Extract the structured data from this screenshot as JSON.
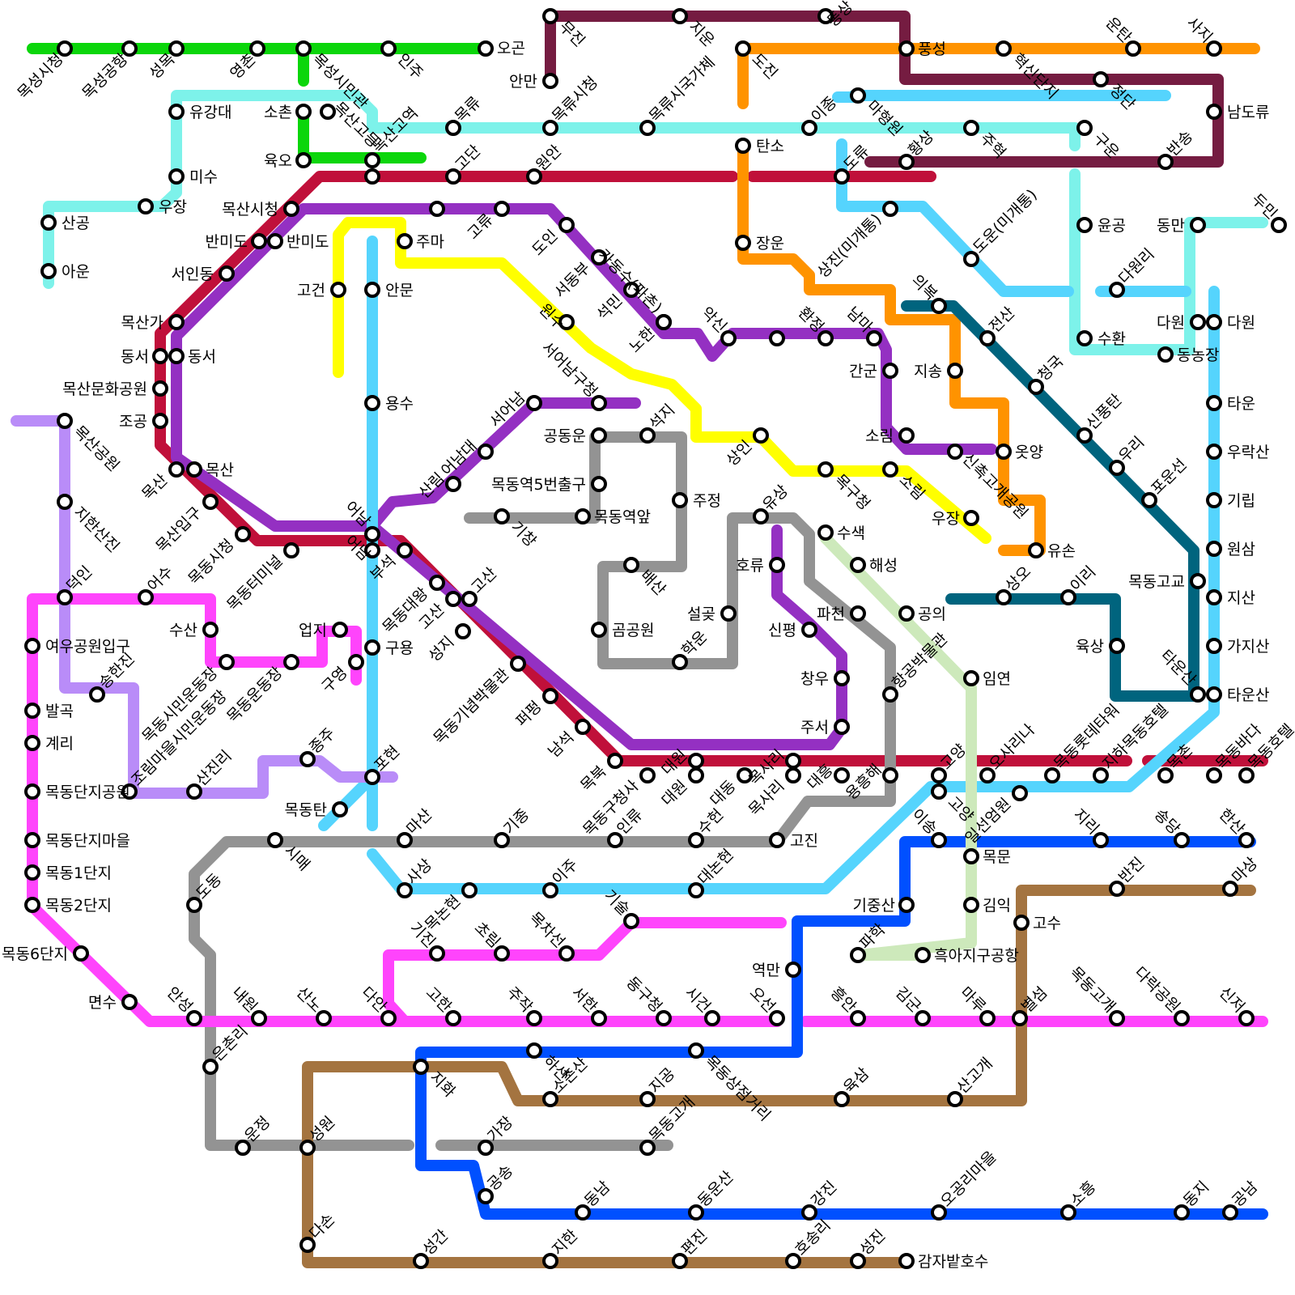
{
  "line_colors": {
    "green": "#0bd60b",
    "aqua": "#7df2ea",
    "crimson": "#c0103a",
    "purple": "#9430c2",
    "yellow": "#ffff00",
    "sky": "#55d4fd",
    "orange": "#ff9300",
    "maroon": "#751c41",
    "teal": "#00647e",
    "gray": "#939393",
    "lavender": "#b98cf8",
    "magenta": "#ff44fc",
    "blue": "#0050ff",
    "brown": "#a47440",
    "palegreen": "#cde9bb"
  },
  "stations": [
    {
      "name": "목성시청"
    },
    {
      "name": "목성공항"
    },
    {
      "name": "성목"
    },
    {
      "name": "영촌"
    },
    {
      "name": "목성시민관"
    },
    {
      "name": "인주"
    },
    {
      "name": "오곤"
    },
    {
      "name": "유강대"
    },
    {
      "name": "미수"
    },
    {
      "name": "우장"
    },
    {
      "name": "산공"
    },
    {
      "name": "아운"
    },
    {
      "name": "소촌"
    },
    {
      "name": "목산고등"
    },
    {
      "name": "목류"
    },
    {
      "name": "목류시청"
    },
    {
      "name": "목류시국가체"
    },
    {
      "name": "이종"
    },
    {
      "name": "주혁"
    },
    {
      "name": "구운"
    },
    {
      "name": "육오"
    },
    {
      "name": "목산고역"
    },
    {
      "name": "고단"
    },
    {
      "name": "원안"
    },
    {
      "name": "탄소"
    },
    {
      "name": "도류"
    },
    {
      "name": "황상"
    },
    {
      "name": "목산시청"
    },
    {
      "name": "반미도"
    },
    {
      "name": "서인동"
    },
    {
      "name": "목산가"
    },
    {
      "name": "동서"
    },
    {
      "name": "목산문화공원"
    },
    {
      "name": "조공"
    },
    {
      "name": "목산"
    },
    {
      "name": "목산입구"
    },
    {
      "name": "목동시청"
    },
    {
      "name": "목동터미널"
    },
    {
      "name": "어남"
    },
    {
      "name": "부석"
    },
    {
      "name": "목동대왕"
    },
    {
      "name": "고산"
    },
    {
      "name": "성지"
    },
    {
      "name": "목동기념박물관"
    },
    {
      "name": "퍼펑"
    },
    {
      "name": "남석"
    },
    {
      "name": "목북"
    },
    {
      "name": "대원"
    },
    {
      "name": "대동"
    },
    {
      "name": "목사리"
    },
    {
      "name": "대흥"
    },
    {
      "name": "용흥해"
    },
    {
      "name": "고양"
    },
    {
      "name": "오사리나"
    },
    {
      "name": "목동롯데타워"
    },
    {
      "name": "지하목동호텔"
    },
    {
      "name": "목촌"
    },
    {
      "name": "목동바다"
    },
    {
      "name": "목동호텔"
    },
    {
      "name": "고류"
    },
    {
      "name": "도인"
    },
    {
      "name": "서동부"
    },
    {
      "name": "석민"
    },
    {
      "name": "가동수(파촌)"
    },
    {
      "name": "악신"
    },
    {
      "name": "환정"
    },
    {
      "name": "남마"
    },
    {
      "name": "간군"
    },
    {
      "name": "소림"
    },
    {
      "name": "신촉고개공원"
    },
    {
      "name": "서어남"
    },
    {
      "name": "서어남구청"
    },
    {
      "name": "어남대"
    },
    {
      "name": "산림"
    },
    {
      "name": "주마"
    },
    {
      "name": "고건"
    },
    {
      "name": "원수"
    },
    {
      "name": "노한"
    },
    {
      "name": "상인"
    },
    {
      "name": "목구청"
    },
    {
      "name": "우장"
    },
    {
      "name": "안문"
    },
    {
      "name": "용수"
    },
    {
      "name": "구용"
    },
    {
      "name": "포현"
    },
    {
      "name": "목동탄"
    },
    {
      "name": "사상"
    },
    {
      "name": "목논현"
    },
    {
      "name": "이주"
    },
    {
      "name": "대논현"
    },
    {
      "name": "일선엄원"
    },
    {
      "name": "마형원"
    },
    {
      "name": "도운(미개통)"
    },
    {
      "name": "도진"
    },
    {
      "name": "장운"
    },
    {
      "name": "상진(미개통)"
    },
    {
      "name": "지송"
    },
    {
      "name": "옷양"
    },
    {
      "name": "유손"
    },
    {
      "name": "풍성"
    },
    {
      "name": "혁신단지"
    },
    {
      "name": "운탄"
    },
    {
      "name": "사지"
    },
    {
      "name": "안만"
    },
    {
      "name": "무진"
    },
    {
      "name": "지운"
    },
    {
      "name": "동상"
    },
    {
      "name": "정단"
    },
    {
      "name": "남도류"
    },
    {
      "name": "반송"
    },
    {
      "name": "윤공"
    },
    {
      "name": "다원리"
    },
    {
      "name": "수환"
    },
    {
      "name": "동농장"
    },
    {
      "name": "동만"
    },
    {
      "name": "두민"
    },
    {
      "name": "다원"
    },
    {
      "name": "타운"
    },
    {
      "name": "우락산"
    },
    {
      "name": "기립"
    },
    {
      "name": "원삼"
    },
    {
      "name": "지산"
    },
    {
      "name": "가지산"
    },
    {
      "name": "타운산"
    },
    {
      "name": "의복"
    },
    {
      "name": "전산"
    },
    {
      "name": "청국"
    },
    {
      "name": "신풍탄"
    },
    {
      "name": "우리"
    },
    {
      "name": "포운선"
    },
    {
      "name": "상오"
    },
    {
      "name": "이리"
    },
    {
      "name": "육상"
    },
    {
      "name": "목동고교"
    },
    {
      "name": "공동운"
    },
    {
      "name": "석지"
    },
    {
      "name": "목동역5번출구"
    },
    {
      "name": "기창"
    },
    {
      "name": "목동역앞"
    },
    {
      "name": "주정"
    },
    {
      "name": "배산"
    },
    {
      "name": "곰공원"
    },
    {
      "name": "설곶"
    },
    {
      "name": "학운"
    },
    {
      "name": "유상"
    },
    {
      "name": "파천"
    },
    {
      "name": "항공박물관"
    },
    {
      "name": "고진"
    },
    {
      "name": "시매"
    },
    {
      "name": "마산"
    },
    {
      "name": "기종"
    },
    {
      "name": "인류"
    },
    {
      "name": "수헌"
    },
    {
      "name": "목동구청사"
    },
    {
      "name": "도동"
    },
    {
      "name": "은촌리"
    },
    {
      "name": "운정"
    },
    {
      "name": "성원"
    },
    {
      "name": "가장"
    },
    {
      "name": "목동고개"
    },
    {
      "name": "호류"
    },
    {
      "name": "신평"
    },
    {
      "name": "창우"
    },
    {
      "name": "주서"
    },
    {
      "name": "수색"
    },
    {
      "name": "해성"
    },
    {
      "name": "공의"
    },
    {
      "name": "임연"
    },
    {
      "name": "목문"
    },
    {
      "name": "김익"
    },
    {
      "name": "흑아지구공항"
    },
    {
      "name": "파학"
    },
    {
      "name": "이송"
    },
    {
      "name": "지리"
    },
    {
      "name": "송당"
    },
    {
      "name": "한산"
    },
    {
      "name": "기중산"
    },
    {
      "name": "역만"
    },
    {
      "name": "오선"
    },
    {
      "name": "지화"
    },
    {
      "name": "공송"
    },
    {
      "name": "동남"
    },
    {
      "name": "동운산"
    },
    {
      "name": "강진"
    },
    {
      "name": "오공리마을"
    },
    {
      "name": "소흥"
    },
    {
      "name": "동지"
    },
    {
      "name": "공남"
    },
    {
      "name": "목동상점거리"
    },
    {
      "name": "하산"
    },
    {
      "name": "목산공원"
    },
    {
      "name": "지한산진"
    },
    {
      "name": "덕인"
    },
    {
      "name": "송한진"
    },
    {
      "name": "조림마을시민운동장"
    },
    {
      "name": "산진리"
    },
    {
      "name": "종주"
    },
    {
      "name": "어수"
    },
    {
      "name": "수산"
    },
    {
      "name": "여우공원입구"
    },
    {
      "name": "발곡"
    },
    {
      "name": "계리"
    },
    {
      "name": "목동단지공원"
    },
    {
      "name": "목동단지마을"
    },
    {
      "name": "목동1단지"
    },
    {
      "name": "목동2단지"
    },
    {
      "name": "목동6단지"
    },
    {
      "name": "면수"
    },
    {
      "name": "안성"
    },
    {
      "name": "목동시민운동장"
    },
    {
      "name": "목동운동장"
    },
    {
      "name": "업지"
    },
    {
      "name": "구영"
    },
    {
      "name": "기술"
    },
    {
      "name": "기진"
    },
    {
      "name": "초림"
    },
    {
      "name": "목차선"
    },
    {
      "name": "내원"
    },
    {
      "name": "산노"
    },
    {
      "name": "다안"
    },
    {
      "name": "고한"
    },
    {
      "name": "주작"
    },
    {
      "name": "서한"
    },
    {
      "name": "동구청"
    },
    {
      "name": "시건"
    },
    {
      "name": "흥안"
    },
    {
      "name": "김군"
    },
    {
      "name": "마루"
    },
    {
      "name": "별섬"
    },
    {
      "name": "목동고개"
    },
    {
      "name": "다락공원"
    },
    {
      "name": "신저"
    },
    {
      "name": "고수"
    },
    {
      "name": "반진"
    },
    {
      "name": "마상"
    },
    {
      "name": "소촌산"
    },
    {
      "name": "지공"
    },
    {
      "name": "육삼"
    },
    {
      "name": "산고개"
    },
    {
      "name": "다손"
    },
    {
      "name": "성간"
    },
    {
      "name": "지한"
    },
    {
      "name": "편진"
    },
    {
      "name": "호송리"
    },
    {
      "name": "성진"
    },
    {
      "name": "감자밭호수"
    }
  ]
}
